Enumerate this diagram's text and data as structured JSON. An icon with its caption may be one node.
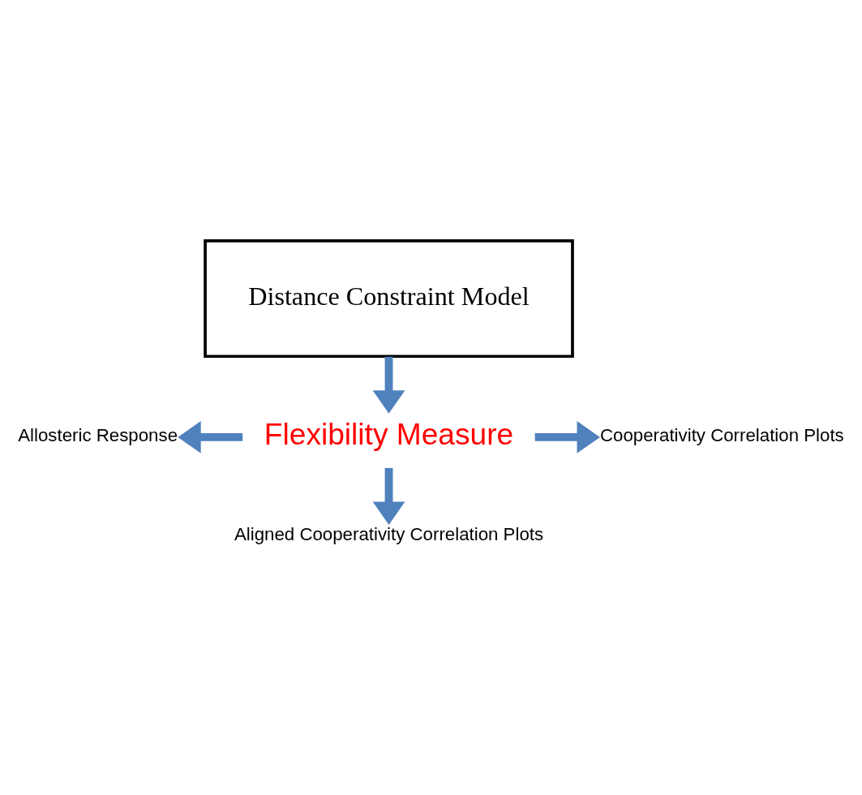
{
  "diagram": {
    "nodes": [
      {
        "text": [
          "Distance Constraint Model"
        ]
      },
      {
        "text": [
          "Flexibility Measure"
        ]
      },
      {
        "text": [
          "Allosteric Response"
        ]
      },
      {
        "text": [
          "Cooperativity Correlation Plots"
        ]
      },
      {
        "text": [
          "Aligned Cooperativity Correlation Plots"
        ]
      }
    ],
    "edges": [
      {
        "from": 0,
        "to": 1,
        "arrow": "to"
      },
      {
        "from": 1,
        "to": 2,
        "arrow": "to"
      },
      {
        "from": 1,
        "to": 3,
        "arrow": "to"
      },
      {
        "from": 1,
        "to": 4,
        "arrow": "to"
      }
    ]
  }
}
